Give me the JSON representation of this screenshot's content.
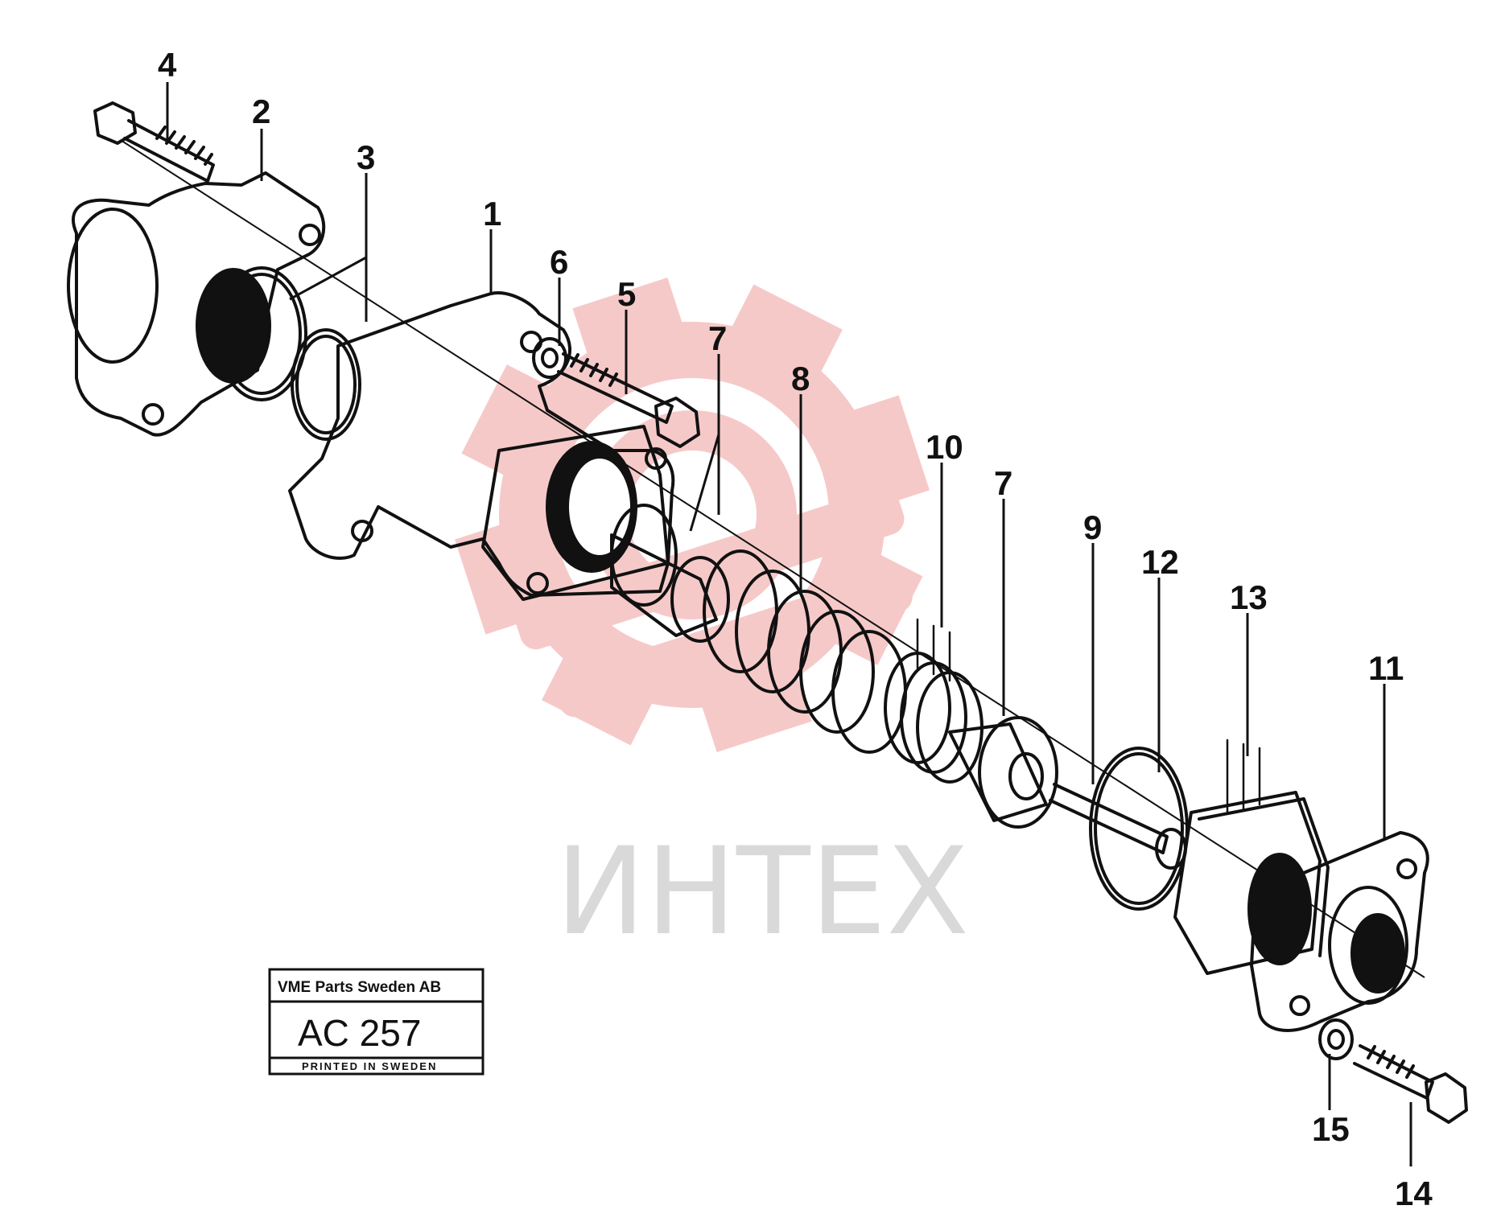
{
  "diagram": {
    "watermark": {
      "text": "ИНТЕХ",
      "gear_color": "#f6c9c9",
      "text_color": "#d9d9d9"
    },
    "ink_color": "#111111",
    "part_labels": {
      "p4": "4",
      "p2": "2",
      "p3": "3",
      "p1": "1",
      "p6": "6",
      "p5": "5",
      "p7a": "7",
      "p8": "8",
      "p10": "10",
      "p7b": "7",
      "p9": "9",
      "p12": "12",
      "p13": "13",
      "p11": "11",
      "p15": "15",
      "p14": "14"
    },
    "title_box": {
      "company": "VME  Parts Sweden AB",
      "code": "AC 257",
      "footer": "PRINTED  IN  SWEDEN"
    }
  }
}
